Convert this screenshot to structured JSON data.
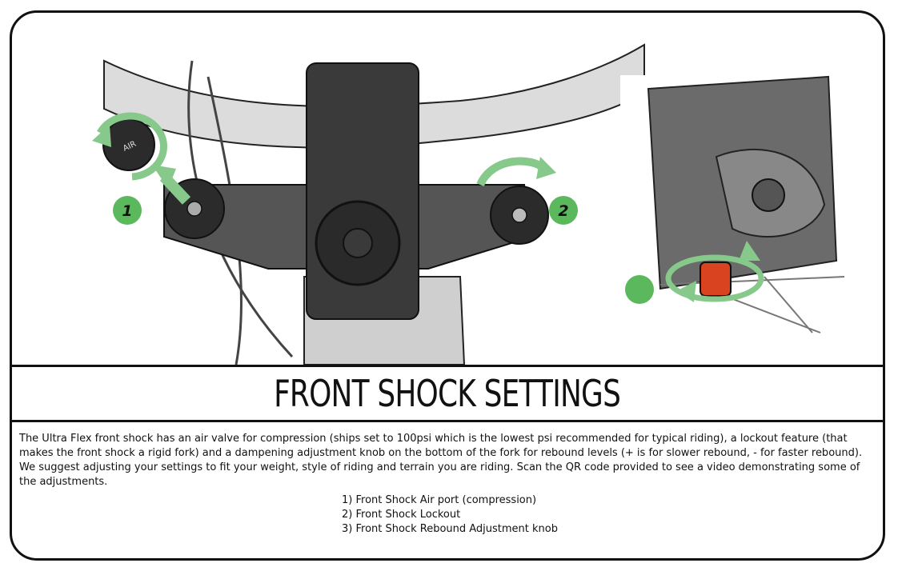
{
  "title": "FRONT SHOCK SETTINGS",
  "description": "The Ultra Flex front shock has an air valve for compression (ships set to 100psi which is the lowest psi recommended for typical riding), a lockout feature (that makes the front shock a rigid fork)  and a dampening adjustment knob on the bottom of the fork for rebound levels (+ is for slower rebound, - for faster rebound). We suggest adjusting your settings to fit your weight, style of riding and terrain you are riding. Scan the QR code provided to see a video demonstrating some of the adjustments.",
  "list_items": [
    "1)  Front Shock Air port (compression)",
    "2) Front Shock Lockout",
    "3) Front Shock Rebound Adjustment knob"
  ],
  "badges": {
    "one": "1",
    "two": "2",
    "three": ""
  },
  "knob_label": "AIR",
  "colors": {
    "badge_green": "#5cb85c",
    "arrow_green": "#86c98a",
    "rebound_knob_orange": "#d9431f",
    "outline": "#111111"
  }
}
